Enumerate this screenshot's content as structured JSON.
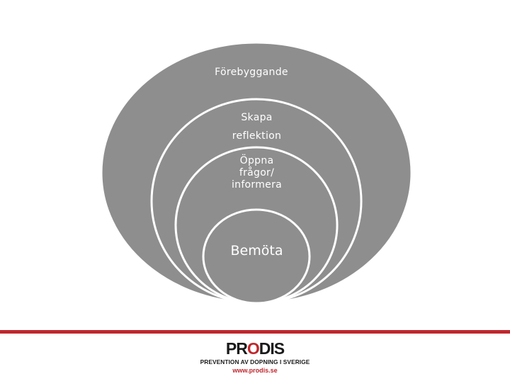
{
  "diagram": {
    "levels": [
      {
        "lines": [
          "Förebyggande"
        ]
      },
      {
        "lines": [
          "Skapa",
          "reflektion"
        ]
      },
      {
        "lines": [
          "Öppna",
          "frågor/",
          "informera"
        ]
      },
      {
        "lines": [
          "Bemöta"
        ]
      }
    ],
    "colors": {
      "fill": "#8e8e8e",
      "stroke": "#ffffff",
      "text": "#ffffff"
    }
  },
  "footer": {
    "logo": {
      "wordmark_pre": "PR",
      "wordmark_o": "O",
      "wordmark_post": "DIS",
      "tagline": "PREVENTION AV DOPNING I SVERIGE",
      "url": "www.prodis.se"
    },
    "divider_color": "#c0272d"
  }
}
